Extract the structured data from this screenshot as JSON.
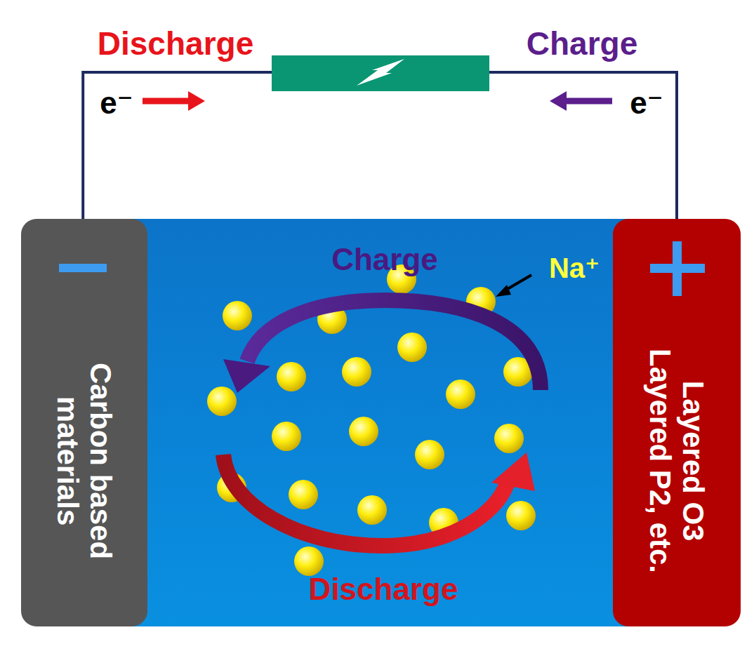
{
  "diagram": {
    "nodes": [
      {
        "text": [
          "Carbon based materials"
        ]
      },
      {
        "text": [
          "Layered O3 Layered P2, etc."
        ]
      }
    ],
    "edges": [
      {
        "from": 0,
        "to": 1,
        "arrow": "none"
      }
    ],
    "labels": [
      "Discharge",
      "Charge",
      "e⁻",
      "e⁻",
      "Charge",
      "Na⁺",
      "Discharge"
    ]
  }
}
